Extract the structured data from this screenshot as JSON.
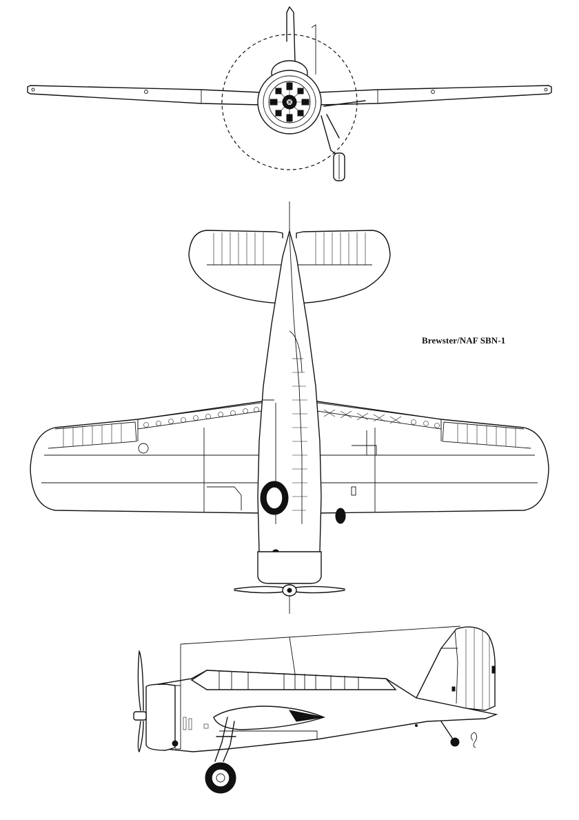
{
  "drawing": {
    "title": "Brewster/NAF SBN-1",
    "views": [
      "front-view",
      "top-view",
      "side-view"
    ],
    "colors": {
      "line": "#111111",
      "background": "#ffffff"
    }
  }
}
